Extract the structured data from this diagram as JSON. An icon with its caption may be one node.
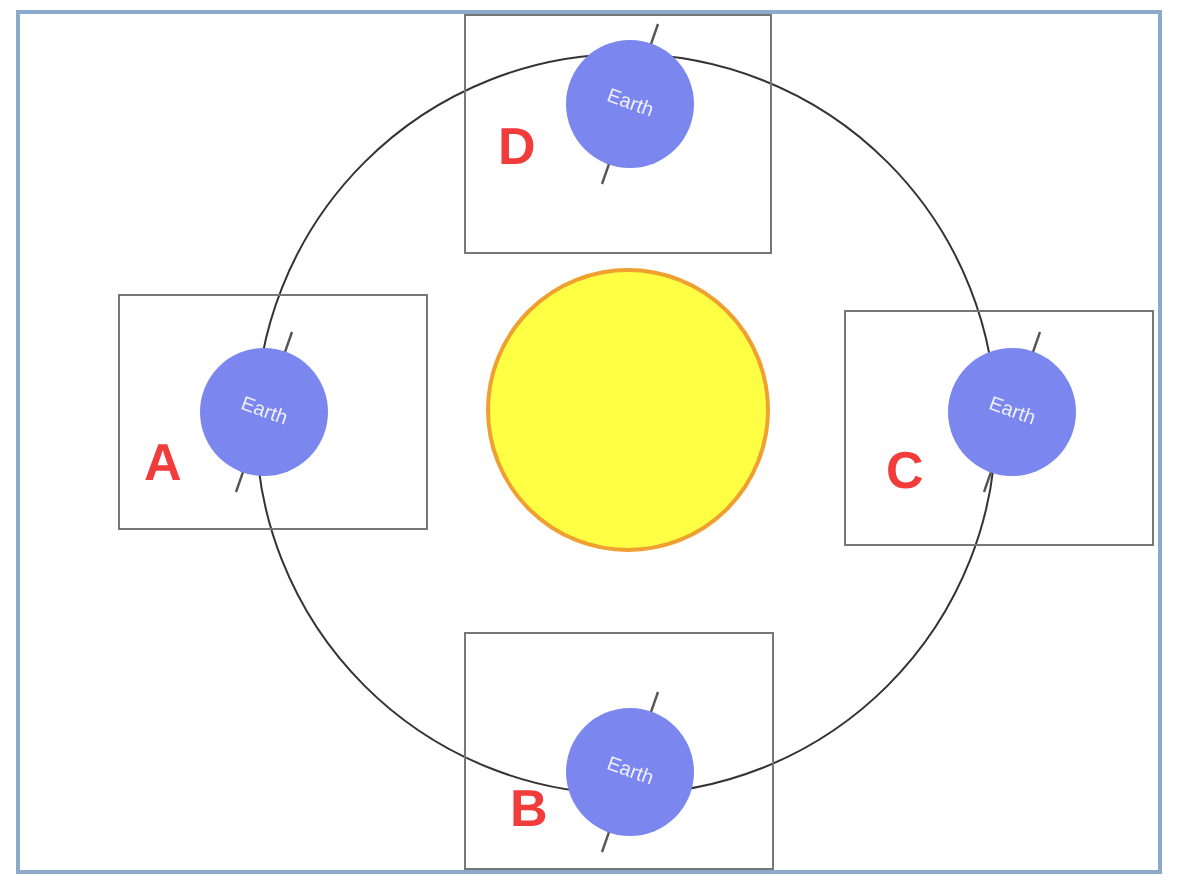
{
  "diagram": {
    "nodes": [
      {
        "text": [
          "D"
        ]
      },
      {
        "text": [
          "Earth"
        ],
        "in": 0
      },
      {
        "text": [
          "A"
        ]
      },
      {
        "text": [
          "Earth"
        ],
        "in": 2
      },
      {
        "text": [],
        "shape": "circle"
      },
      {
        "text": [
          "C"
        ]
      },
      {
        "text": [
          "Earth"
        ],
        "in": 5
      },
      {
        "text": [
          "B"
        ]
      },
      {
        "text": [
          "Earth"
        ],
        "in": 7
      }
    ],
    "edges": []
  }
}
